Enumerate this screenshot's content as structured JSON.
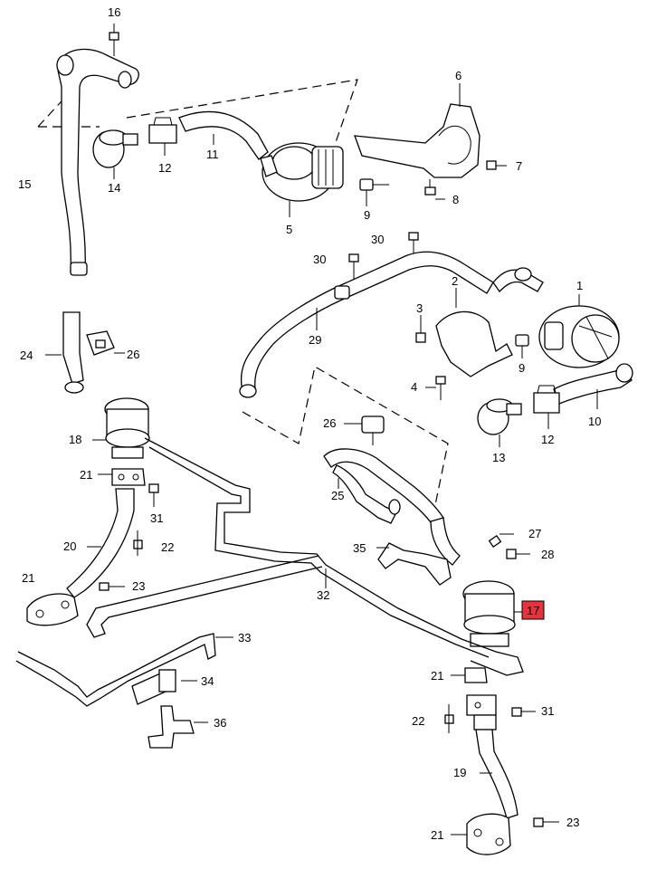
{
  "callouts": [
    {
      "id": "c16a",
      "text": "16"
    },
    {
      "id": "c15",
      "text": "15"
    },
    {
      "id": "c14",
      "text": "14"
    },
    {
      "id": "c12a",
      "text": "12"
    },
    {
      "id": "c11",
      "text": "11"
    },
    {
      "id": "c5",
      "text": "5"
    },
    {
      "id": "c6",
      "text": "6"
    },
    {
      "id": "c7",
      "text": "7"
    },
    {
      "id": "c8",
      "text": "8"
    },
    {
      "id": "c9a",
      "text": "9"
    },
    {
      "id": "c30a",
      "text": "30"
    },
    {
      "id": "c30b",
      "text": "30"
    },
    {
      "id": "c1",
      "text": "1"
    },
    {
      "id": "c2",
      "text": "2"
    },
    {
      "id": "c3",
      "text": "3"
    },
    {
      "id": "c29",
      "text": "29"
    },
    {
      "id": "c9b",
      "text": "9"
    },
    {
      "id": "c4",
      "text": "4"
    },
    {
      "id": "c10",
      "text": "10"
    },
    {
      "id": "c12b",
      "text": "12"
    },
    {
      "id": "c13",
      "text": "13"
    },
    {
      "id": "c24",
      "text": "24"
    },
    {
      "id": "c26a",
      "text": "26"
    },
    {
      "id": "c18",
      "text": "18"
    },
    {
      "id": "c26b",
      "text": "26"
    },
    {
      "id": "c21a",
      "text": "21"
    },
    {
      "id": "c31a",
      "text": "31"
    },
    {
      "id": "c25",
      "text": "25"
    },
    {
      "id": "c20",
      "text": "20"
    },
    {
      "id": "c22a",
      "text": "22"
    },
    {
      "id": "c27",
      "text": "27"
    },
    {
      "id": "c35",
      "text": "35"
    },
    {
      "id": "c28",
      "text": "28"
    },
    {
      "id": "c21b",
      "text": "21"
    },
    {
      "id": "c23a",
      "text": "23"
    },
    {
      "id": "c32",
      "text": "32"
    },
    {
      "id": "c17",
      "text": "17"
    },
    {
      "id": "c33",
      "text": "33"
    },
    {
      "id": "c34",
      "text": "34"
    },
    {
      "id": "c21c",
      "text": "21"
    },
    {
      "id": "c31b",
      "text": "31"
    },
    {
      "id": "c22b",
      "text": "22"
    },
    {
      "id": "c36",
      "text": "36"
    },
    {
      "id": "c19",
      "text": "19"
    },
    {
      "id": "c21d",
      "text": "21"
    },
    {
      "id": "c23b",
      "text": "23"
    }
  ],
  "highlight": {
    "callout": "17",
    "color": "#e8323c"
  }
}
